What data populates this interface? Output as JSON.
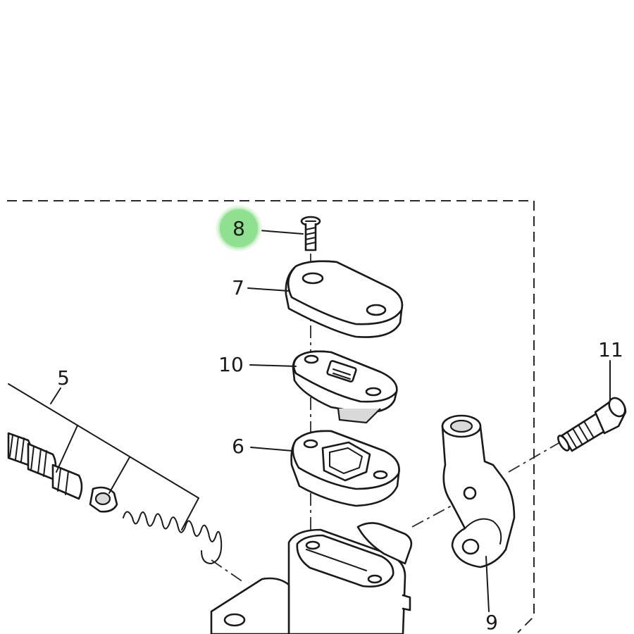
{
  "callouts": [
    {
      "id": "callout-8",
      "label": "8",
      "highlighted": true
    },
    {
      "id": "callout-7",
      "label": "7",
      "highlighted": false
    },
    {
      "id": "callout-10",
      "label": "10",
      "highlighted": false
    },
    {
      "id": "callout-6",
      "label": "6",
      "highlighted": false
    },
    {
      "id": "callout-5",
      "label": "5",
      "highlighted": false
    },
    {
      "id": "callout-11",
      "label": "11",
      "highlighted": false
    },
    {
      "id": "callout-9",
      "label": "9",
      "highlighted": false
    }
  ],
  "colors": {
    "highlight_fill": "#8fe08f",
    "highlight_ring": "#bfeebf",
    "line": "#1a1a1a",
    "background": "#ffffff"
  }
}
